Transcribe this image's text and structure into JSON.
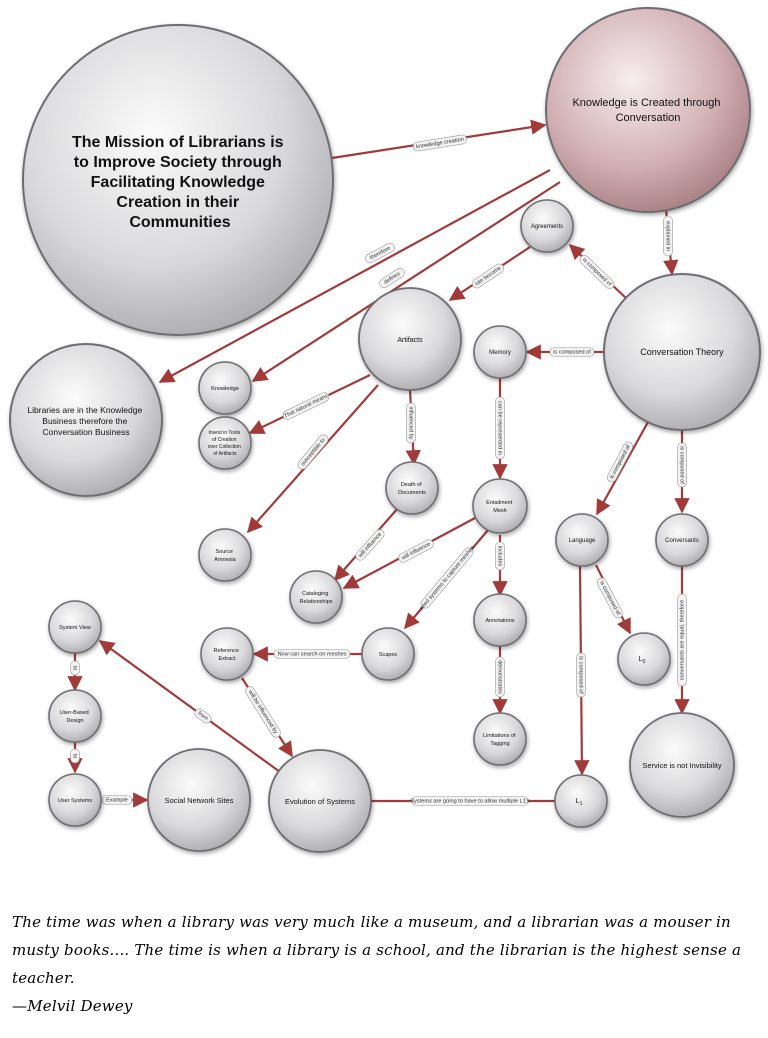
{
  "nodes": {
    "mission": "The Mission of Librarians is to Improve Society through Facilitating Knowledge Creation in their Communities",
    "knowledge_created": "Knowledge is Created through Conversation",
    "libraries": "Libraries are in the Knowledge Business therefore the Conversation Business",
    "agreements": "Agreements",
    "artifacts": "Artifacts",
    "memory": "Memory",
    "conversation_theory": "Conversation Theory",
    "knowledge": "Knowledge",
    "invest": "Invest in Tools of Creation over Collection of Artifacts",
    "death_of_documents": "Death of Documents",
    "entailment_mesh": "Entailment Mesh",
    "language": "Language",
    "conversants": "Conversants",
    "source_amnesia": "Source Amnesia",
    "cataloging": "Cataloging Relationships",
    "system_view": "System View",
    "reference_extract": "Reference Extract",
    "scapes": "Scapes",
    "annotations": "Annotations",
    "l0": "L0",
    "user_based_design": "User-Based Design",
    "limitations_tagging": "Limitations of Tagging",
    "service": "Service is not Invisibility",
    "user_systems": "User Systems",
    "social_network": "Social Network Sites",
    "evolution": "Evolution of Systems",
    "l1": "L1"
  },
  "edges": {
    "knowledge_creation": "knowledge creation",
    "therefore": "therefore",
    "defines": "defines",
    "explained_in": "explained in",
    "is_composed_of": "is composed of",
    "can_become": "can become",
    "that_natural_means": "That natural means",
    "influenced_by": "influenced by",
    "susceptible_to": "susceptible to",
    "can_be_represented_in": "can be represented in",
    "will_influence_1": "will influence",
    "will_influence_2": "will influence",
    "need_systems": "need systems to capture meshes",
    "includes": "includes",
    "demonstrates": "demonstrates",
    "now_can_search": "Now can search on meshes",
    "will_be_influenced": "will be influenced by",
    "from": "from",
    "to_1": "to",
    "to_2": "to",
    "example": "Example",
    "conversants_equal": "conversants are equal, therefore",
    "lang_is_composed_of": "is composed of",
    "systems_going": "Systems are going to have to allow multiple L1's",
    "l0_composed": "is composed of",
    "conversants_composed": "is composed of"
  },
  "quote": {
    "text": "The time was when a library was very much like a museum, and a librarian was a mouser in musty books.... The time is when a library is a school, and the librarian is the highest sense a teacher.",
    "author": "—Melvil Dewey"
  },
  "colors": {
    "edge": "#a23a3a",
    "node_fill": "#d4d4d6",
    "highlight_fill": "#caa4a8"
  }
}
